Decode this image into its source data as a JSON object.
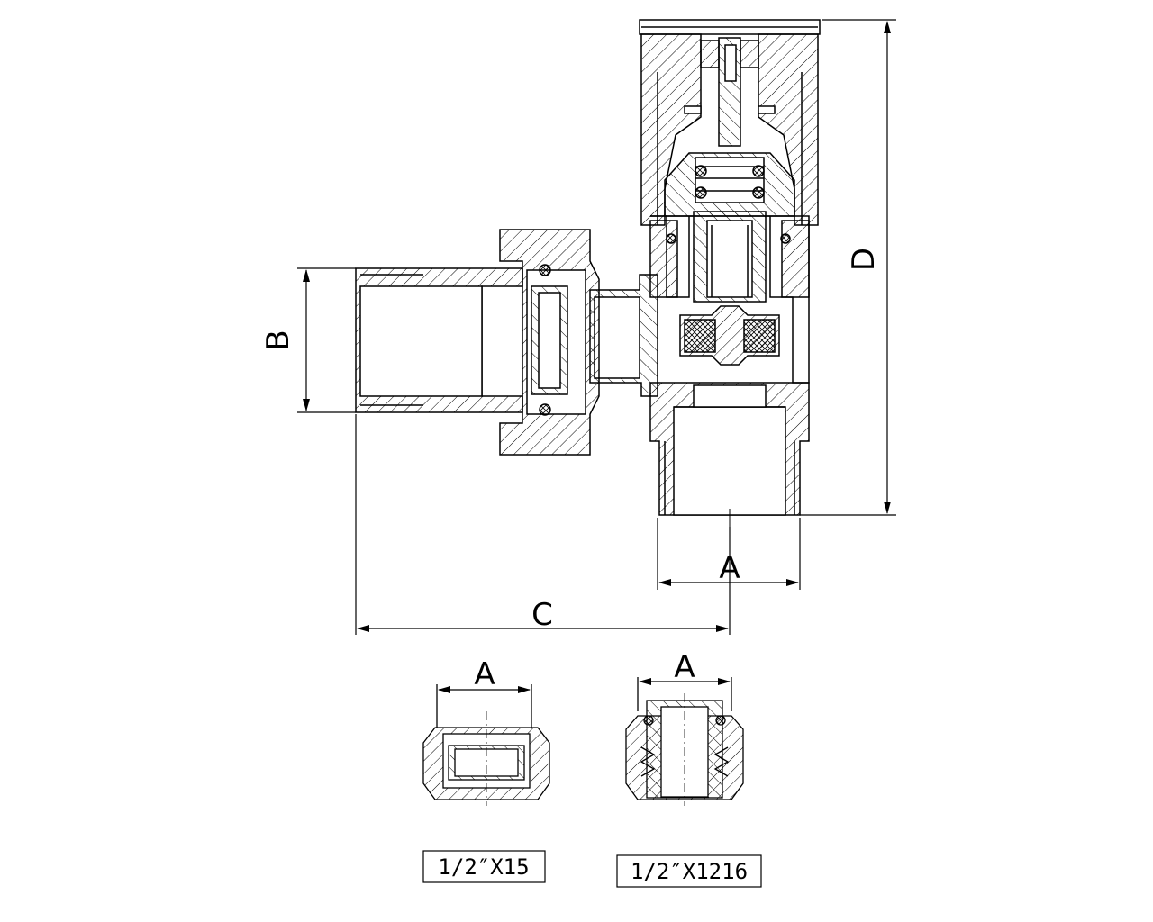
{
  "dimensions": {
    "a_bottom": "A",
    "b_left": "B",
    "c_overall": "C",
    "d_height": "D",
    "a_detail_1": "A",
    "a_detail_2": "A"
  },
  "variants": [
    {
      "label": "1/2″X15"
    },
    {
      "label": "1/2″X1216"
    }
  ],
  "colors": {
    "line": "#000000",
    "background": "#ffffff"
  }
}
